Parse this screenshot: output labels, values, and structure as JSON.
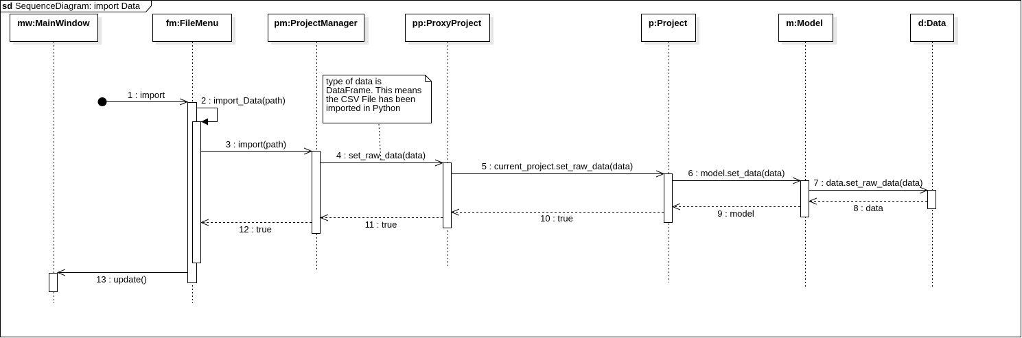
{
  "frame": {
    "keyword": "sd",
    "title": "SequenceDiagram: import Data"
  },
  "lifelines": [
    {
      "id": "mw",
      "label": "mw:MainWindow"
    },
    {
      "id": "fm",
      "label": "fm:FileMenu"
    },
    {
      "id": "pm",
      "label": "pm:ProjectManager"
    },
    {
      "id": "pp",
      "label": "pp:ProxyProject"
    },
    {
      "id": "p",
      "label": "p:Project"
    },
    {
      "id": "m",
      "label": "m:Model"
    },
    {
      "id": "d",
      "label": "d:Data"
    }
  ],
  "note": {
    "lines": [
      "type of data is",
      "DataFrame. This means",
      "the CSV File has been",
      "imported in Python"
    ]
  },
  "messages": [
    {
      "label": "1 : import",
      "from": "found",
      "to": "fm",
      "kind": "call"
    },
    {
      "label": "2 : import_Data(path)",
      "from": "fm",
      "to": "fm",
      "kind": "self"
    },
    {
      "label": "3 : import(path)",
      "from": "fm",
      "to": "pm",
      "kind": "call"
    },
    {
      "label": "4 : set_raw_data(data)",
      "from": "pm",
      "to": "pp",
      "kind": "call"
    },
    {
      "label": "5 : current_project.set_raw_data(data)",
      "from": "pp",
      "to": "p",
      "kind": "call"
    },
    {
      "label": "6 : model.set_data(data)",
      "from": "p",
      "to": "m",
      "kind": "call"
    },
    {
      "label": "7 : data.set_raw_data(data)",
      "from": "m",
      "to": "d",
      "kind": "call"
    },
    {
      "label": "8 : data",
      "from": "d",
      "to": "m",
      "kind": "return"
    },
    {
      "label": "9 : model",
      "from": "m",
      "to": "p",
      "kind": "return"
    },
    {
      "label": "10 : true",
      "from": "p",
      "to": "pp",
      "kind": "return"
    },
    {
      "label": "11 : true",
      "from": "pp",
      "to": "pm",
      "kind": "return"
    },
    {
      "label": "12 : true",
      "from": "pm",
      "to": "fm",
      "kind": "return"
    },
    {
      "label": "13 : update()",
      "from": "fm",
      "to": "mw",
      "kind": "call"
    }
  ]
}
